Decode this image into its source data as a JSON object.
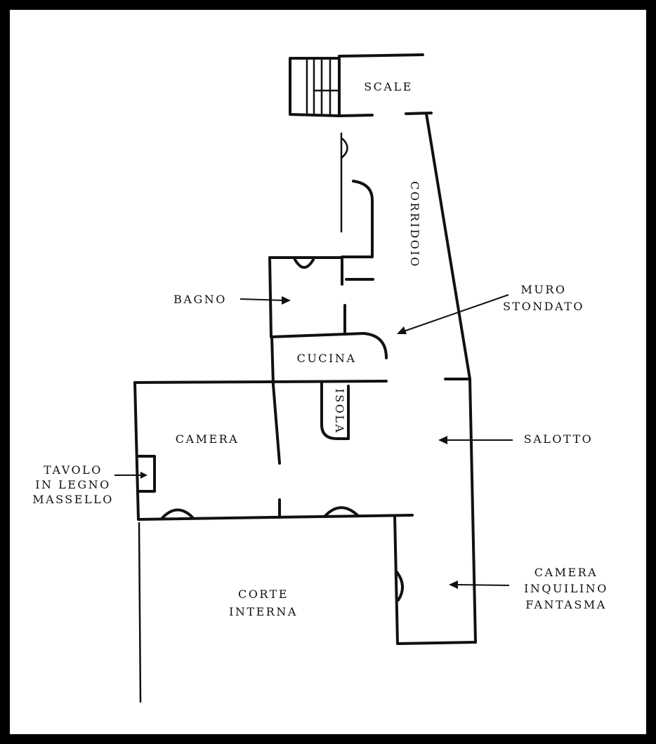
{
  "colors": {
    "border": "#000000",
    "paper": "#ffffff",
    "ink": "#111111"
  },
  "labels": {
    "scale": "SCALE",
    "corridoio": "CORRIDOIO",
    "bagno": "BAGNO",
    "muro_line1": "MURO",
    "muro_line2": "STONDATO",
    "cucina": "CUCINA",
    "isola": "ISOLA",
    "camera": "CAMERA",
    "salotto": "SALOTTO",
    "tavolo_line1": "TAVOLO",
    "tavolo_line2": "IN LEGNO",
    "tavolo_line3": "MASSELLO",
    "corte_line1": "CORTE",
    "corte_line2": "INTERNA",
    "fantasma_line1": "CAMERA",
    "fantasma_line2": "INQUILINO",
    "fantasma_line3": "FANTASMA"
  }
}
